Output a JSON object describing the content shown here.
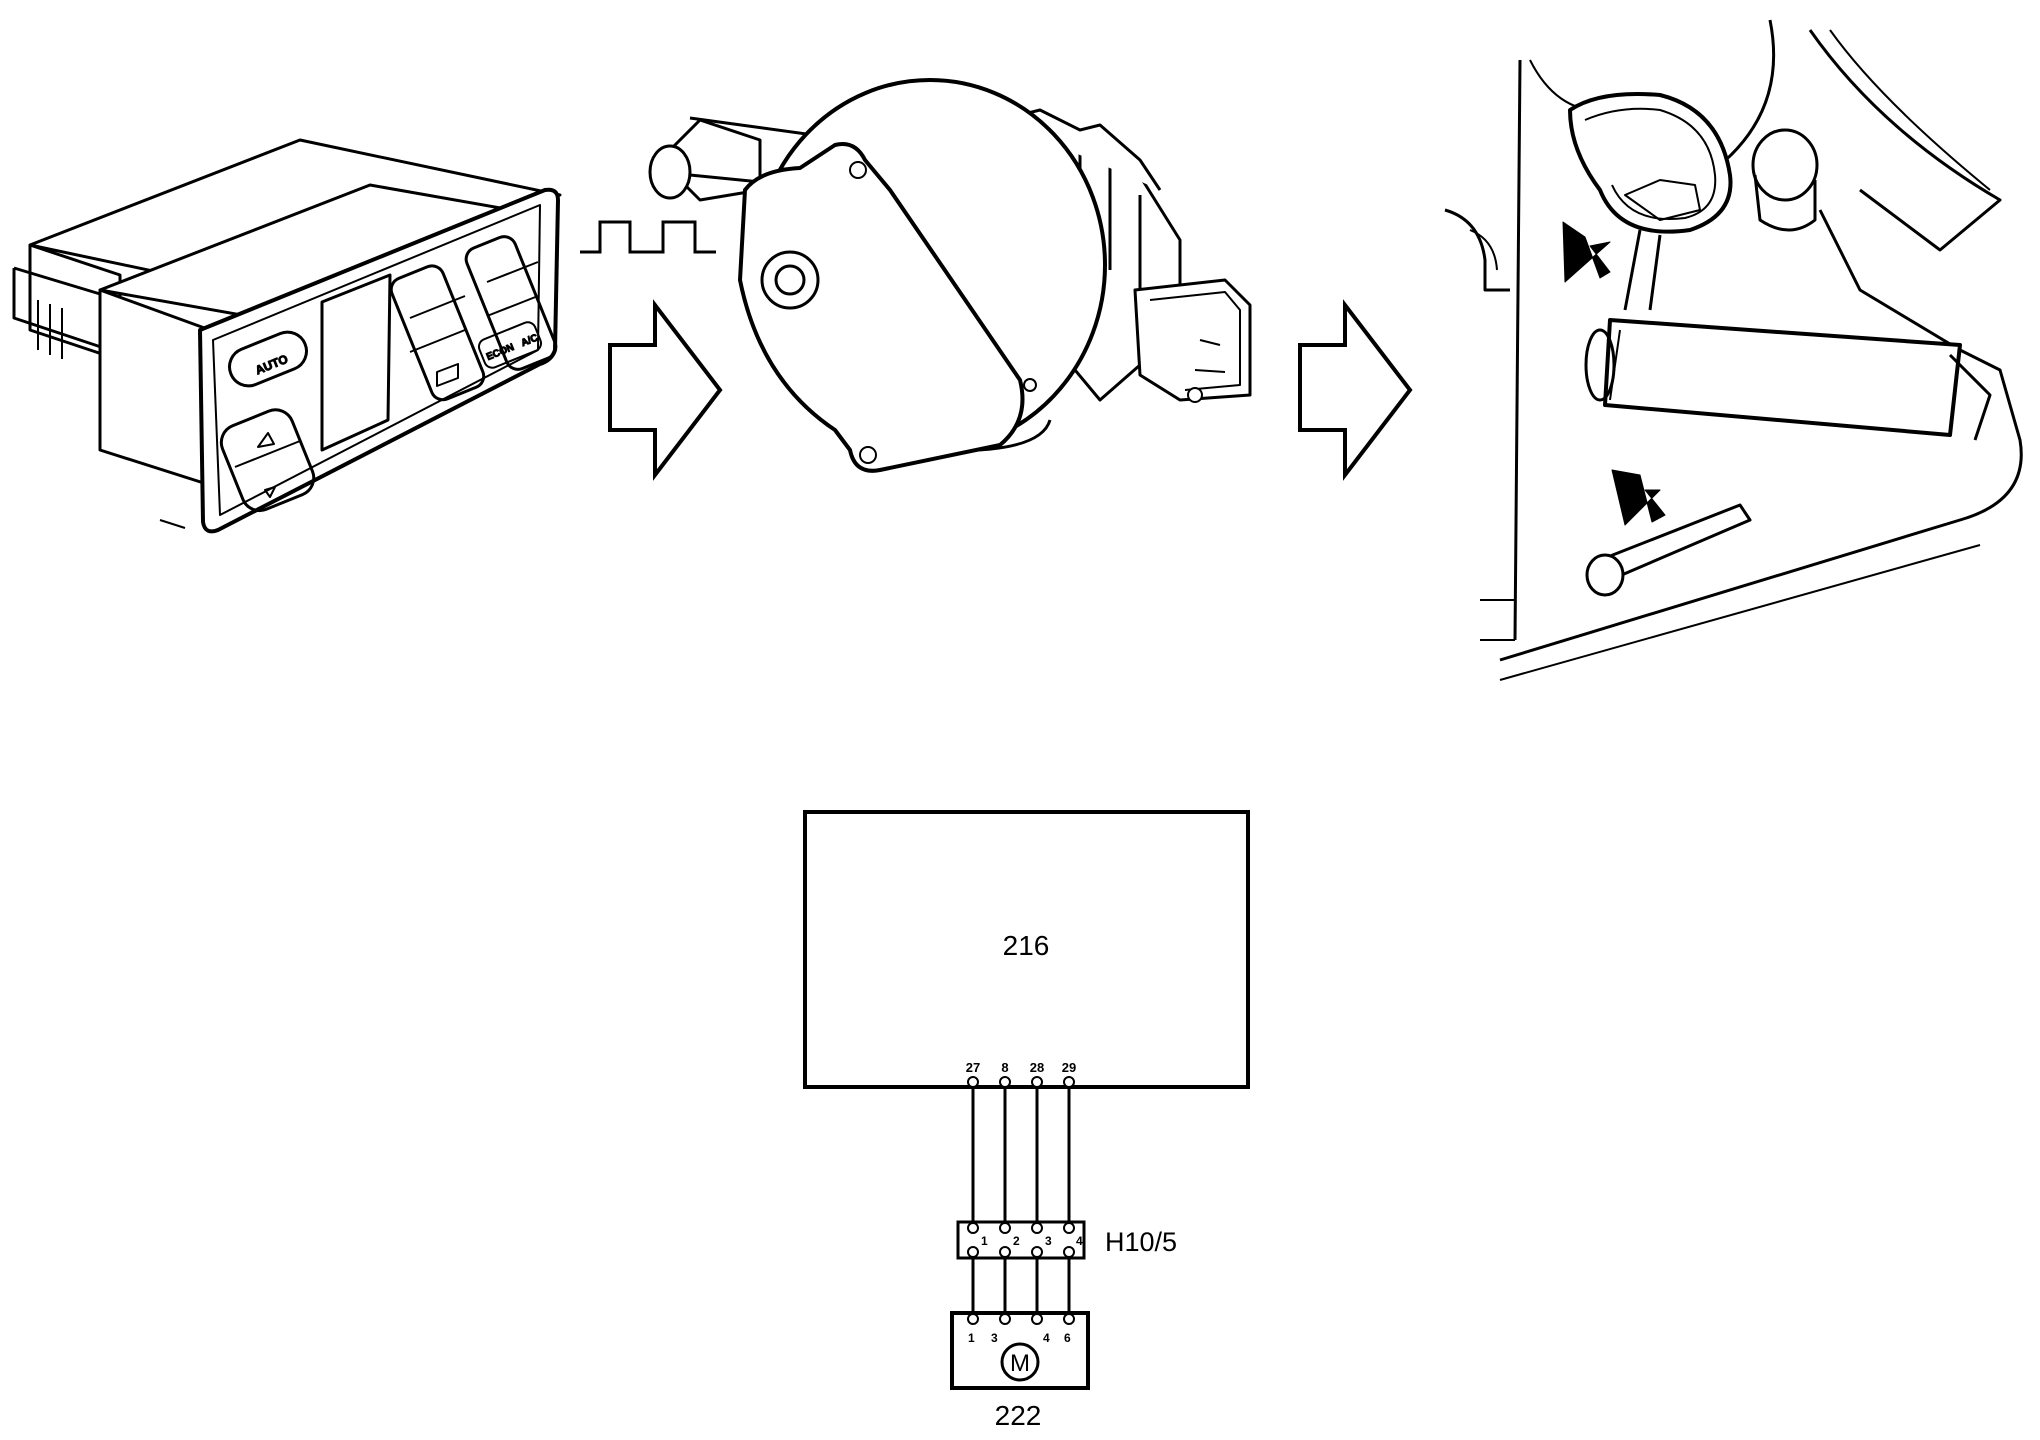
{
  "illustrations": {
    "control_panel": {
      "button_text": "AUTO",
      "lower_buttons": [
        "ECON",
        "A/C"
      ]
    }
  },
  "schematic": {
    "ecu_label": "216",
    "ecu_pins": [
      "27",
      "8",
      "28",
      "29"
    ],
    "connector_label": "H10/5",
    "connector_pins": [
      "1",
      "2",
      "3",
      "4"
    ],
    "motor_pins": [
      "1",
      "3",
      "4",
      "6"
    ],
    "motor_symbol": "M",
    "motor_label": "222"
  }
}
